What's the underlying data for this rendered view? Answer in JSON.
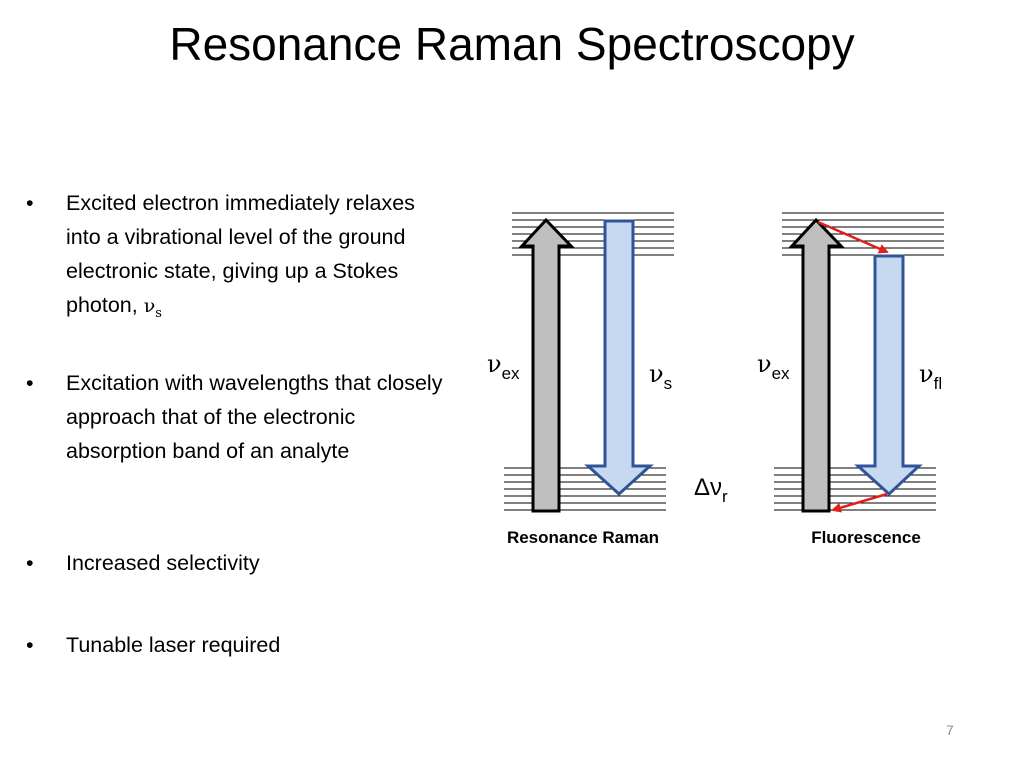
{
  "slide": {
    "title": "Resonance Raman Spectroscopy",
    "page_number": "7"
  },
  "bullets": [
    {
      "text": "Excited electron immediately relaxes into a vibrational level of the ground electronic state, giving up a Stokes photon, ",
      "symbol": "ν",
      "symbol_sub": "s"
    },
    {
      "text": "Excitation with wavelengths that closely approach that of the electronic absorption band of an analyte"
    },
    {
      "text": "Increased selectivity"
    },
    {
      "text": "Tunable laser required"
    }
  ],
  "diagram": {
    "panels": [
      {
        "caption": "Resonance Raman",
        "up_label": "ν",
        "up_sub": "ex",
        "down_label": "ν",
        "down_sub": "s"
      },
      {
        "caption": "Fluorescence",
        "up_label": "ν",
        "up_sub": "ex",
        "down_label": "ν",
        "down_sub": "fl"
      }
    ],
    "shift_label": "Δν",
    "shift_sub": "r",
    "colors": {
      "excitation_arrow": "#bfbfbf",
      "emission_arrow": "#c6d9f1",
      "emission_border": "#2f5597",
      "relaxation_arrow": "#e0201b",
      "level_lines": "#000000"
    }
  }
}
